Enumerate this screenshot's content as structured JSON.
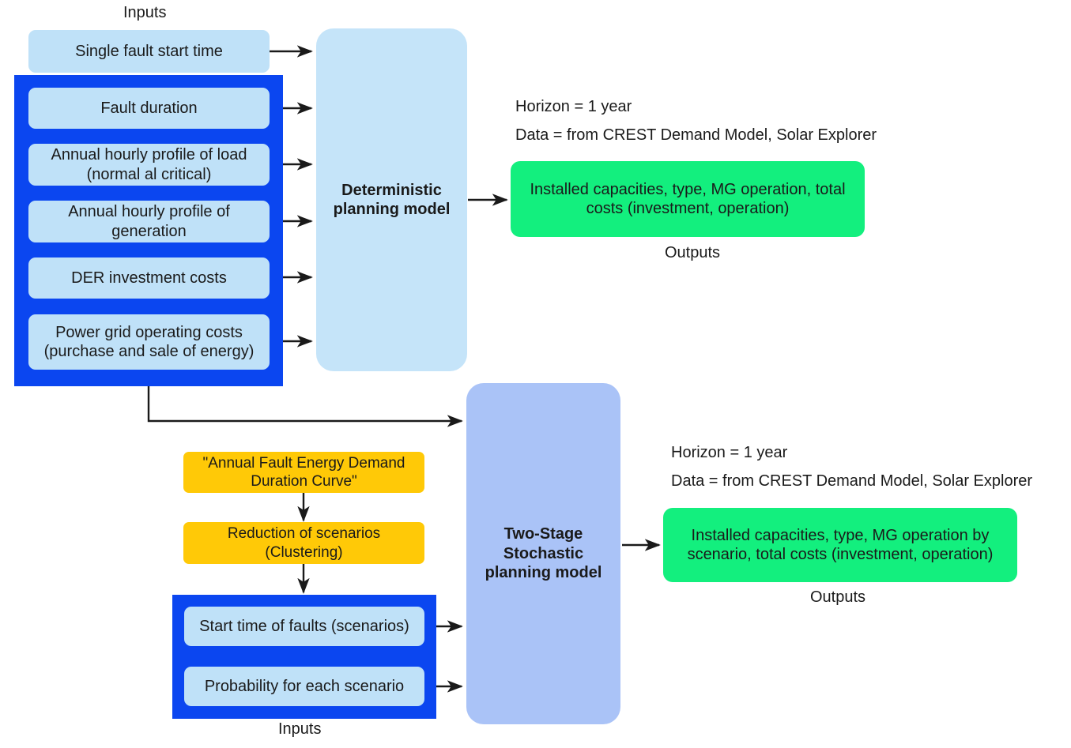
{
  "diagram": {
    "title_upper_inputs": "Inputs",
    "title_lower_inputs": "Inputs",
    "title_upper_outputs": "Outputs",
    "title_lower_outputs": "Outputs",
    "colors": {
      "chip_fill": "#bfe1f8",
      "group_frame": "#0b46f0",
      "deterministic_model": "#c5e4f9",
      "stochastic_model": "#aac3f7",
      "output_green": "#13ef7e",
      "scenario_amber": "#ffc907",
      "arrow": "#1a1a1a"
    }
  },
  "upper": {
    "inputs_label": "Inputs",
    "standalone_input": "Single fault start time",
    "grouped_inputs": [
      "Fault duration",
      "Annual hourly profile of load\n(normal al critical)",
      "Annual hourly profile of\ngeneration",
      "DER investment costs",
      "Power grid operating costs\n(purchase and sale of energy)"
    ],
    "model_label": "Deterministic\nplanning model",
    "meta": {
      "horizon": "Horizon = 1 year",
      "data": "Data = from CREST Demand Model, Solar Explorer"
    },
    "output_text": "Installed capacities, type, MG operation, total\ncosts (investment, operation)",
    "outputs_label": "Outputs"
  },
  "lower": {
    "scenario_steps": [
      "\"Annual Fault Energy Demand\nDuration Curve\"",
      "Reduction of scenarios\n(Clustering)"
    ],
    "grouped_inputs": [
      "Start time of faults (scenarios)",
      "Probability for each scenario"
    ],
    "inputs_label": "Inputs",
    "model_label": "Two-Stage\nStochastic\nplanning model",
    "meta": {
      "horizon": "Horizon = 1 year",
      "data": "Data = from CREST Demand Model, Solar Explorer"
    },
    "output_text": "Installed capacities, type, MG operation by\nscenario, total costs (investment, operation)",
    "outputs_label": "Outputs"
  }
}
